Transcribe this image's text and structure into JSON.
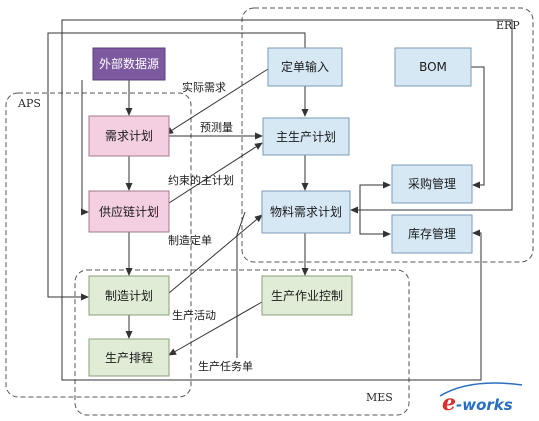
{
  "regions": {
    "erp": "ERP",
    "aps": "APS",
    "mes": "MES"
  },
  "nodes": {
    "external_data_source": "外部数据源",
    "order_input": "定单输入",
    "bom": "BOM",
    "demand_plan": "需求计划",
    "master_production_plan": "主生产计划",
    "supply_chain_plan": "供应链计划",
    "mrp": "物料需求计划",
    "procurement": "采购管理",
    "inventory": "库存管理",
    "manufacturing_plan": "制造计划",
    "production_control": "生产作业控制",
    "production_scheduling": "生产排程"
  },
  "edge_labels": {
    "actual_demand": "实际需求",
    "forecast": "预测量",
    "constrained_plan": "约束的主计划",
    "manufacturing_order": "制造定单",
    "production_activity": "生产活动",
    "production_task_order": "生产任务单"
  },
  "logo": {
    "e": "e",
    "rest": "-works"
  },
  "colors": {
    "erp_box": "#d7e8f5",
    "aps_pink": "#f3cfe1",
    "aps_purple": "#7d5aa0",
    "mes_green": "#e0ecd6",
    "line": "#333333",
    "logo_red": "#d9302b",
    "logo_blue": "#2a6fc0"
  }
}
